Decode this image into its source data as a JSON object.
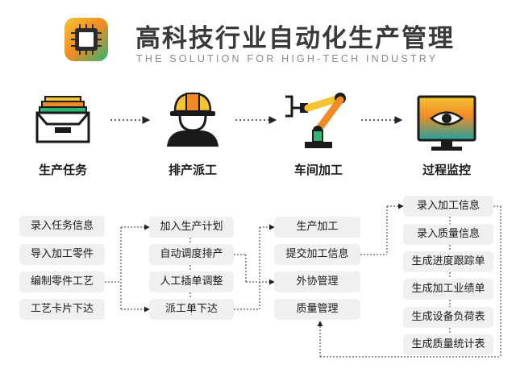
{
  "header": {
    "title": "高科技行业自动化生产管理",
    "subtitle": "THE SOLUTION FOR HIGH-TECH INDUSTRY",
    "logo_icon": "chip-icon"
  },
  "stages": [
    {
      "label": "生产任务",
      "icon": "file-tray-icon"
    },
    {
      "label": "排产派工",
      "icon": "worker-hardhat-icon"
    },
    {
      "label": "车间加工",
      "icon": "robot-arm-icon"
    },
    {
      "label": "过程监控",
      "icon": "monitor-eye-icon"
    }
  ],
  "columns": {
    "task": [
      "录入任务信息",
      "导入加工零件",
      "编制零件工艺",
      "工艺卡片下达"
    ],
    "dispatch": [
      "加入生产计划",
      "自动调度排产",
      "人工插单调整",
      "派工单下达"
    ],
    "process": [
      "生产加工",
      "提交加工信息",
      "外协管理",
      "质量管理"
    ],
    "monitor": [
      "录入加工信息",
      "录入质量信息",
      "生成进度跟踪单",
      "生成加工业绩单",
      "生成设备负荷表",
      "生成质量统计表"
    ]
  },
  "colors": {
    "accent_yellow": "#f5c431",
    "accent_orange": "#f08a24",
    "accent_green": "#2bb673",
    "accent_teal": "#1fa3a3",
    "box_bg": "#f0f0f0",
    "line": "#333333"
  }
}
